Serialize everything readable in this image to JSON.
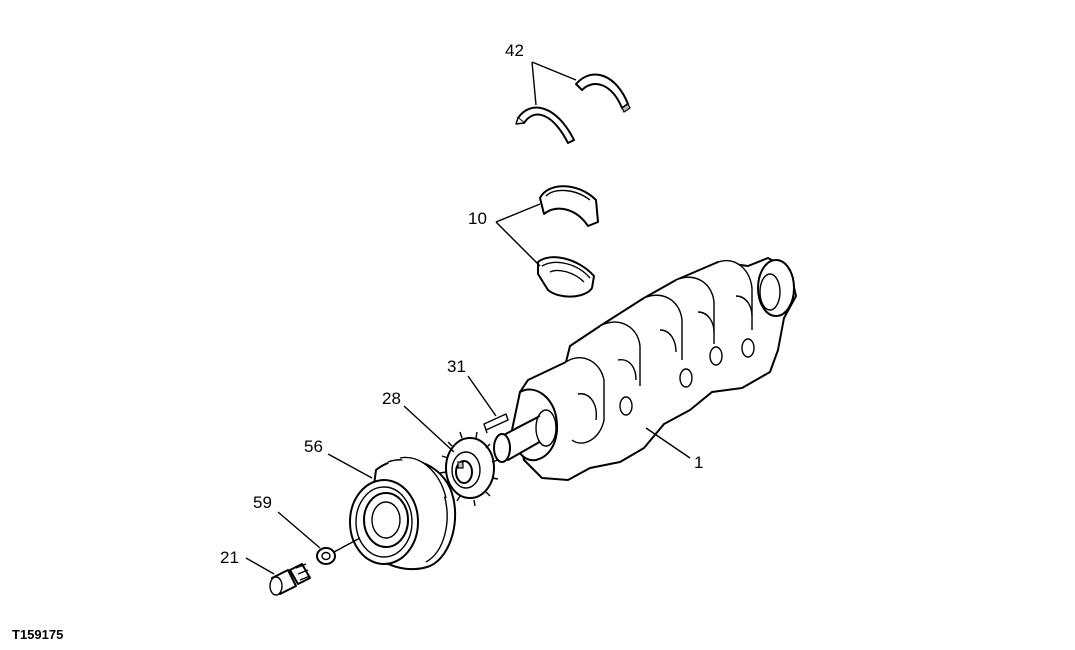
{
  "figure_id": "T159175",
  "callouts": {
    "thrust_washers": "42",
    "main_bearings": "10",
    "crankshaft": "1",
    "key": "31",
    "gear": "28",
    "pulley": "56",
    "washer": "59",
    "cap_screw": "21"
  }
}
